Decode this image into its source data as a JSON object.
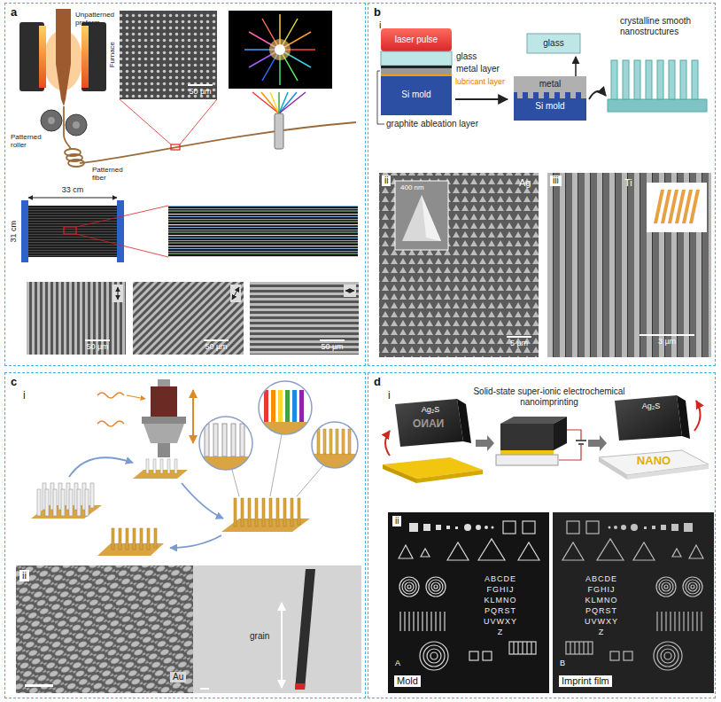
{
  "diagram": {
    "nodes": [
      {
        "text": [
          "a"
        ]
      },
      {
        "text": [
          "b"
        ]
      },
      {
        "text": [
          "c"
        ]
      },
      {
        "text": [
          "d"
        ]
      }
    ],
    "labels": [
      "Unpatterned preform",
      "Furnace",
      "50 µm",
      "Patterned roller",
      "Patterned fiber",
      "33 cm",
      "31 cm",
      "50 µm",
      "50 µm",
      "50 µm",
      "i",
      "laser pulse",
      "glass",
      "metal layer",
      "Si mold",
      "lubricant layer",
      "graphite ableation layer",
      "glass",
      "metal",
      "Si mold",
      "crystalline smooth nanostructures",
      "ii",
      "400 nm",
      "Ag",
      "5 µm",
      "iii",
      "Ti",
      "3 µm",
      "i",
      "ii",
      "Au",
      "grain",
      "i",
      "Ag₂S",
      "Solid-state super-ionic electrochemical nanoimprinting",
      "Ag₂S",
      "NANO",
      "NANO",
      "ii",
      "ABCDE",
      "FGHIJ",
      "KLMNO",
      "PQRST",
      "UVWXY",
      "Z",
      "A",
      "Mold",
      "ABCDE",
      "FGHIJ",
      "KLMNO",
      "PQRST",
      "UVWXY",
      "Z",
      "B",
      "Imprint film"
    ]
  }
}
